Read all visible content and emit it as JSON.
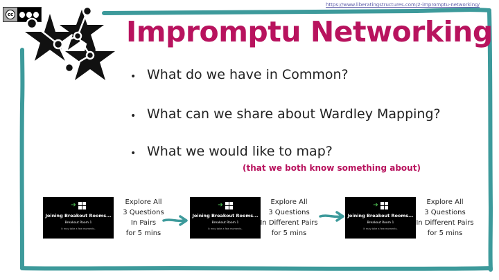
{
  "slide": {
    "source_url": "https://www.liberatingstructures.com/2-impromptu-networking/",
    "title": "Impromptu Networking",
    "bullets": [
      "What do we have in Common?",
      "What can we share about Wardley Mapping?",
      "What we would like to map?"
    ],
    "note": "(that we both know something about)",
    "license_badge": {
      "mark": "cc",
      "icons": [
        "attribution-icon",
        "noncommercial-icon",
        "sharealike-icon"
      ]
    },
    "steps": [
      {
        "screenshot": {
          "heading": "Joining Breakout Rooms...",
          "room": "Breakout Room 1",
          "wait": "It may take a few moments."
        },
        "lines": [
          "Explore All",
          "3 Questions",
          "In Pairs",
          "for 5 mins"
        ]
      },
      {
        "screenshot": {
          "heading": "Joining Breakout Rooms...",
          "room": "Breakout Room 1",
          "wait": "It may take a few moments."
        },
        "lines": [
          "Explore All",
          "3 Questions",
          "In Different Pairs",
          "for 5 mins"
        ]
      },
      {
        "screenshot": {
          "heading": "Joining Breakout Rooms...",
          "room": "Breakout Room 1",
          "wait": "It may take a few moments."
        },
        "lines": [
          "Explore All",
          "3 Questions",
          "In Different Pairs",
          "for 5 mins"
        ]
      }
    ],
    "colors": {
      "accent": "#b8135e",
      "frame": "#3d9a9b",
      "text": "#222222",
      "link": "#5a5aa8"
    }
  }
}
